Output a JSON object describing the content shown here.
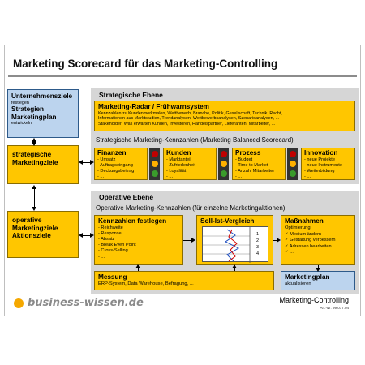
{
  "title": "Marketing Scorecard für das Marketing-Controlling",
  "left": {
    "unternehmensziele": {
      "heading": "Unternehmensziele",
      "line1": "festlegen",
      "heading2": "Strategien Marketingplan",
      "line2": "entwickeln"
    },
    "strategische": {
      "heading": "strategische Marketingziele"
    },
    "operative": {
      "heading": "operative Marketingziele Aktionsziele"
    }
  },
  "strategic": {
    "label": "Strategische Ebene",
    "radar": {
      "heading": "Marketing-Radar / Frühwarnsystem",
      "line1": "Kennzahlen zu Kundenmerkmalen, Wettbewerb, Branche, Politik, Gesellschaft, Technik, Recht, ...",
      "line2": "Informationen aus Marktstudien, Trendanalysen, Wettbewerbsanalysen, Szenarioanalysen, ...",
      "line3": "Stakeholder: Was erwarten Kunden, Investoren, Handelspartner, Lieferanten, Mitarbeiter, ..."
    },
    "kennzahlen_label": "Strategische Marketing-Kennzahlen (Marketing Balanced Scorecard)",
    "perspectives": [
      {
        "heading": "Finanzen",
        "items": [
          "- Umsatz",
          "- Auftragseingang",
          "- Deckungsbeitrag",
          "- ..."
        ]
      },
      {
        "heading": "Kunden",
        "items": [
          "- Marktanteil",
          "- Zufriedenheit",
          "- Loyalität",
          "- ..."
        ]
      },
      {
        "heading": "Prozess",
        "items": [
          "- Budget",
          "- Time to Market",
          "- Anzahl Mitarbeiter",
          "- ..."
        ]
      },
      {
        "heading": "Innovation",
        "items": [
          "- neue Projekte",
          "- neue Instrumente",
          "- Weiterbildung",
          "- ..."
        ]
      }
    ],
    "lights": [
      "red",
      "yellow",
      "green"
    ]
  },
  "operative": {
    "label": "Operative Ebene",
    "kennzahlen_label": "Operative Marketing-Kennzahlen (für einzelne Marketingaktionen)",
    "festlegen": {
      "heading": "Kennzahlen festlegen",
      "items": [
        "- Reichweite",
        "- Response",
        "- Absatz",
        "- Break Even Point",
        "- Cross-Selling",
        "- ..."
      ]
    },
    "soll_ist": {
      "heading": "Soll-Ist-Vergleich",
      "rows": [
        "1",
        "2",
        "3",
        "4"
      ]
    },
    "massnahmen": {
      "heading": "Maßnahmen",
      "sub": "Optimierung",
      "items": [
        "✓ Medium ändern",
        "✓ Gestaltung verbessern",
        "✓ Adressen bearbeiten",
        "✓ ..."
      ]
    },
    "messung": {
      "heading": "Messung",
      "text": "ERP-System, Data Warehouse, Befragung, ..."
    },
    "marketingplan": {
      "heading": "Marketingplan",
      "text": "aktualisieren"
    }
  },
  "footer": {
    "logo": "business-wissen.de",
    "title": "Marketing-Controlling",
    "article": "Art.-Nr. 99.077.04"
  },
  "colors": {
    "accent": "#ffc600",
    "blue": "#bcd4ee",
    "panel": "#d6d6d6"
  }
}
